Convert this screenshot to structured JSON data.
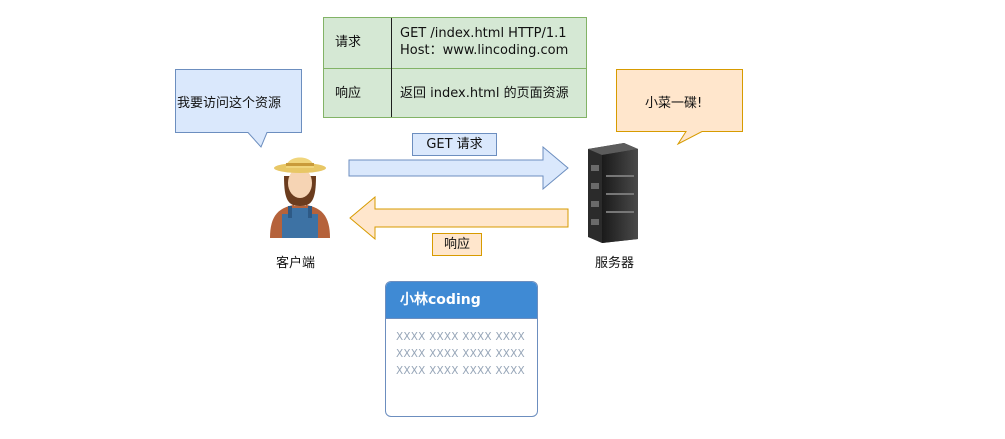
{
  "table": {
    "rows": [
      {
        "label": "请求",
        "line1": "GET /index.html HTTP/1.1",
        "line2": "Host：www.lincoding.com"
      },
      {
        "label": "响应",
        "line1": "返回 index.html 的页面资源"
      }
    ]
  },
  "client": {
    "bubble": "我要访问这个资源",
    "caption": "客户端"
  },
  "server": {
    "bubble": "小菜一碟!",
    "caption": "服务器"
  },
  "arrows": {
    "request_label": "GET 请求",
    "response_label": "响应"
  },
  "card": {
    "title": "小林coding",
    "lines": [
      "XXXX XXXX XXXX XXXX",
      "XXXX XXXX XXXX XXXX",
      "XXXX XXXX XXXX XXXX"
    ]
  },
  "colors": {
    "table_fill": "#d5e8d4",
    "table_border": "#82b366",
    "blue_fill": "#dae8fc",
    "blue_border": "#6c8ebf",
    "orange_fill": "#ffe6cc",
    "orange_border": "#d79b00",
    "card_header": "#3f8ad4"
  },
  "icons": {
    "client": "farmer-person-icon",
    "server": "server-rack-icon"
  }
}
